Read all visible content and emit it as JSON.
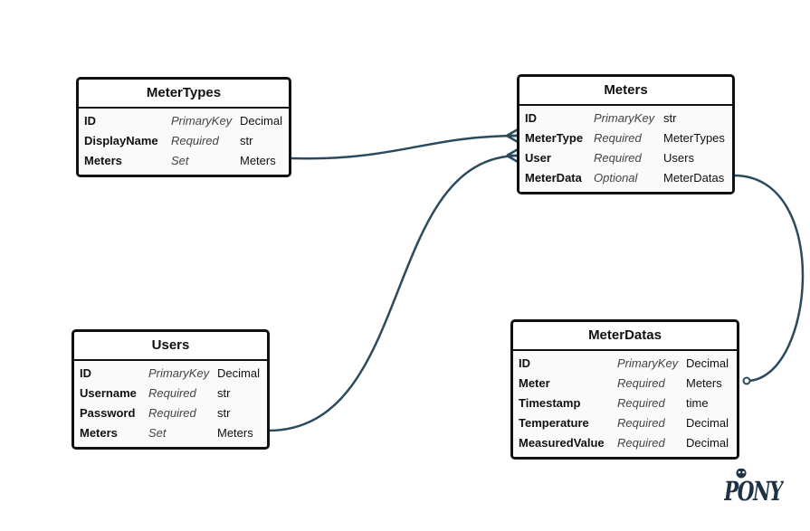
{
  "diagram": {
    "line_color": "#2c4a5e",
    "entities": [
      {
        "id": "metertypes",
        "title": "MeterTypes",
        "attributes": [
          {
            "name": "ID",
            "kind": "PrimaryKey",
            "type": "Decimal"
          },
          {
            "name": "DisplayName",
            "kind": "Required",
            "type": "str"
          },
          {
            "name": "Meters",
            "kind": "Set",
            "type": "Meters"
          }
        ]
      },
      {
        "id": "meters",
        "title": "Meters",
        "attributes": [
          {
            "name": "ID",
            "kind": "PrimaryKey",
            "type": "str"
          },
          {
            "name": "MeterType",
            "kind": "Required",
            "type": "MeterTypes"
          },
          {
            "name": "User",
            "kind": "Required",
            "type": "Users"
          },
          {
            "name": "MeterData",
            "kind": "Optional",
            "type": "MeterDatas"
          }
        ]
      },
      {
        "id": "users",
        "title": "Users",
        "attributes": [
          {
            "name": "ID",
            "kind": "PrimaryKey",
            "type": "Decimal"
          },
          {
            "name": "Username",
            "kind": "Required",
            "type": "str"
          },
          {
            "name": "Password",
            "kind": "Required",
            "type": "str"
          },
          {
            "name": "Meters",
            "kind": "Set",
            "type": "Meters"
          }
        ]
      },
      {
        "id": "meterdatas",
        "title": "MeterDatas",
        "attributes": [
          {
            "name": "ID",
            "kind": "PrimaryKey",
            "type": "Decimal"
          },
          {
            "name": "Meter",
            "kind": "Required",
            "type": "Meters"
          },
          {
            "name": "Timestamp",
            "kind": "Required",
            "type": "time"
          },
          {
            "name": "Temperature",
            "kind": "Required",
            "type": "Decimal"
          },
          {
            "name": "MeasuredValue",
            "kind": "Required",
            "type": "Decimal"
          }
        ]
      }
    ],
    "relations": [
      {
        "from": "MeterTypes.Meters",
        "to": "Meters.MeterType",
        "cardinality": "one-to-many"
      },
      {
        "from": "Users.Meters",
        "to": "Meters.User",
        "cardinality": "one-to-many"
      },
      {
        "from": "Meters.MeterData",
        "to": "MeterDatas.Meter",
        "cardinality": "one-to-one-optional"
      }
    ]
  },
  "logo": {
    "text": "PONY",
    "color": "#1e3246"
  }
}
